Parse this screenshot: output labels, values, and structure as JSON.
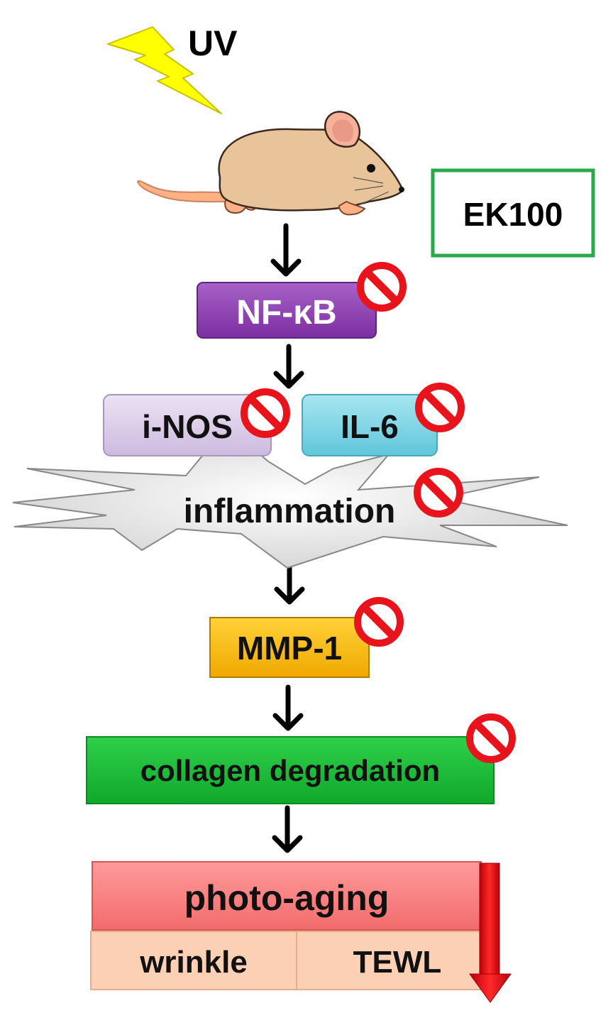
{
  "uv_label": "UV",
  "treatment_label": "EK100",
  "nodes": {
    "nfkb": "NF-κB",
    "inos": "i-NOS",
    "il6": "IL-6",
    "inflammation": "inflammation",
    "mmp1": "MMP-1",
    "collagen": "collagen degradation",
    "photoaging": "photo-aging",
    "wrinkle": "wrinkle",
    "tewl": "TEWL"
  },
  "colors": {
    "nfkb_fill": "#8e3fb1",
    "inos_fill": "#ddcfe8",
    "il6_fill": "#7dd6e6",
    "mmp1_fill": "#ffc000",
    "collagen_fill": "#1ec13a",
    "photoaging_fill": "#ff7f7f",
    "subcell_fill": "#fcd0b4",
    "treatment_border": "#2aa84a",
    "inhibit_red": "#e8131b",
    "down_arrow_red": "#e8131b",
    "lightning": "#ffff00",
    "mouse_body": "#e9c49b"
  },
  "icons": {
    "lightning": "lightning-icon",
    "mouse": "mouse-icon",
    "inhibit": "prohibition-icon",
    "down_arrow": "down-arrow-icon"
  }
}
